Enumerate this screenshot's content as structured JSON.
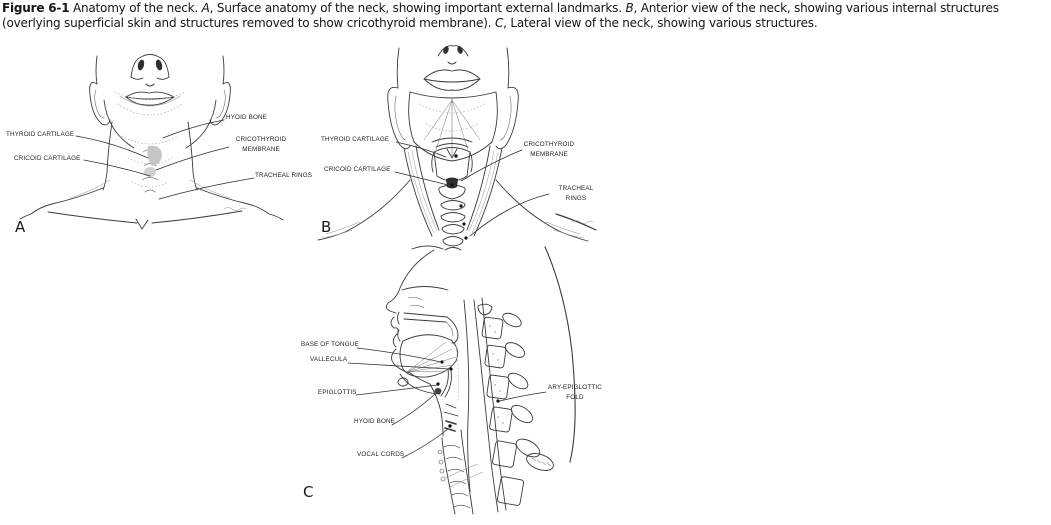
{
  "caption": {
    "segments": [
      {
        "text": "Figure 6-1",
        "style": "bold"
      },
      {
        "text": " Anatomy of the neck. ",
        "style": "regular"
      },
      {
        "text": "A",
        "style": "italic"
      },
      {
        "text": ", Surface anatomy of the neck, showing important external landmarks. ",
        "style": "regular"
      },
      {
        "text": "B",
        "style": "italic"
      },
      {
        "text": ", Anterior view of the neck, showing various internal structures (overlying superficial skin and structures removed to show cricothyroid membrane). ",
        "style": "regular"
      },
      {
        "text": "C",
        "style": "italic"
      },
      {
        "text": ", Lateral view of the neck, showing various structures.",
        "style": "regular"
      }
    ]
  },
  "figures": {
    "a": {
      "letter": "A",
      "labels": {
        "thyroid_cartilage": "THYROID CARTILAGE",
        "cricoid_cartilage": "CRICOID CARTILAGE",
        "hyoid_bone": "HYOID BONE",
        "cricothyroid_membrane": "CRICOTHYROID MEMBRANE",
        "tracheal_rings": "TRACHEAL RINGS"
      }
    },
    "b": {
      "letter": "B",
      "labels": {
        "thyroid_cartilage": "THYROID CARTILAGE",
        "cricoid_cartilage": "CRICOID CARTILAGE",
        "cricothyroid_membrane": "CRICOTHYROID MEMBRANE",
        "tracheal_rings": "TRACHEAL RINGS"
      }
    },
    "c": {
      "letter": "C",
      "labels": {
        "base_of_tongue": "BASE OF TONGUE",
        "vallecula": "VALLECULA",
        "epiglottis": "EPIGLOTTIS",
        "hyoid_bone": "HYOID BONE",
        "vocal_cords": "VOCAL CORDS",
        "ary_epiglottic_fold": "ARY-EPIGLOTTIC FOLD"
      }
    }
  },
  "colors": {
    "background": "#ffffff",
    "ink": "#2f2f2f",
    "caption_text": "#151515",
    "label_text": "#1f1f1f"
  }
}
